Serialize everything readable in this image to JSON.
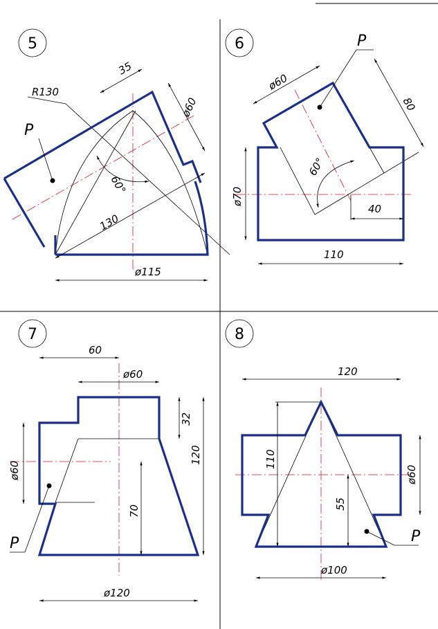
{
  "panels": [
    {
      "number": "5",
      "labels": {
        "dim35": "35",
        "radius": "R130",
        "dia60": "ø60",
        "point": "P",
        "angle": "60°",
        "len130": "130",
        "dia115": "ø115"
      }
    },
    {
      "number": "6",
      "labels": {
        "dia60": "ø60",
        "point": "P",
        "len80": "80",
        "angle": "60°",
        "dia70": "ø70",
        "len40": "40",
        "len110": "110"
      }
    },
    {
      "number": "7",
      "labels": {
        "len60": "60",
        "dia60top": "ø60",
        "len32": "32",
        "len120": "120",
        "dia60side": "ø60",
        "len70": "70",
        "point": "P",
        "dia120": "ø120"
      }
    },
    {
      "number": "8",
      "labels": {
        "len120": "120",
        "len110": "110",
        "dia60": "ø60",
        "len55": "55",
        "point": "P",
        "dia100": "ø100"
      }
    }
  ],
  "colors": {
    "outline": "#1a2f8a",
    "axis": "#e0141e",
    "line": "#000000"
  }
}
